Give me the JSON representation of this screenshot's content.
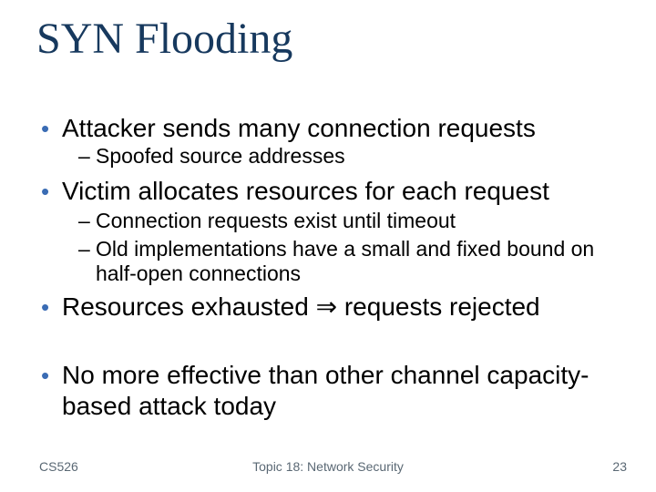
{
  "slide": {
    "title": "SYN Flooding",
    "markers": {
      "l1": "•",
      "l2": "–"
    },
    "bullets": [
      {
        "level": 1,
        "text": "Attacker sends many connection requests"
      },
      {
        "level": 2,
        "text": "Spoofed source addresses"
      },
      {
        "level": 1,
        "text": "Victim allocates resources for each request"
      },
      {
        "level": 2,
        "text": "Connection requests exist until timeout"
      },
      {
        "level": 2,
        "text": "Old implementations have a small and fixed bound on half-open connections"
      },
      {
        "level": 1,
        "text": "Resources exhausted ⇒ requests rejected"
      },
      {
        "level": 1,
        "text": "No more effective than other channel capacity-based attack today"
      }
    ],
    "footer": {
      "course": "CS526",
      "topic": "Topic 18: Network Security",
      "page": "23"
    },
    "colors": {
      "title": "#17395e",
      "bullet_dot": "#3a6cb4",
      "body_text": "#000000",
      "footer_text": "#5a6874",
      "background": "#ffffff"
    }
  }
}
